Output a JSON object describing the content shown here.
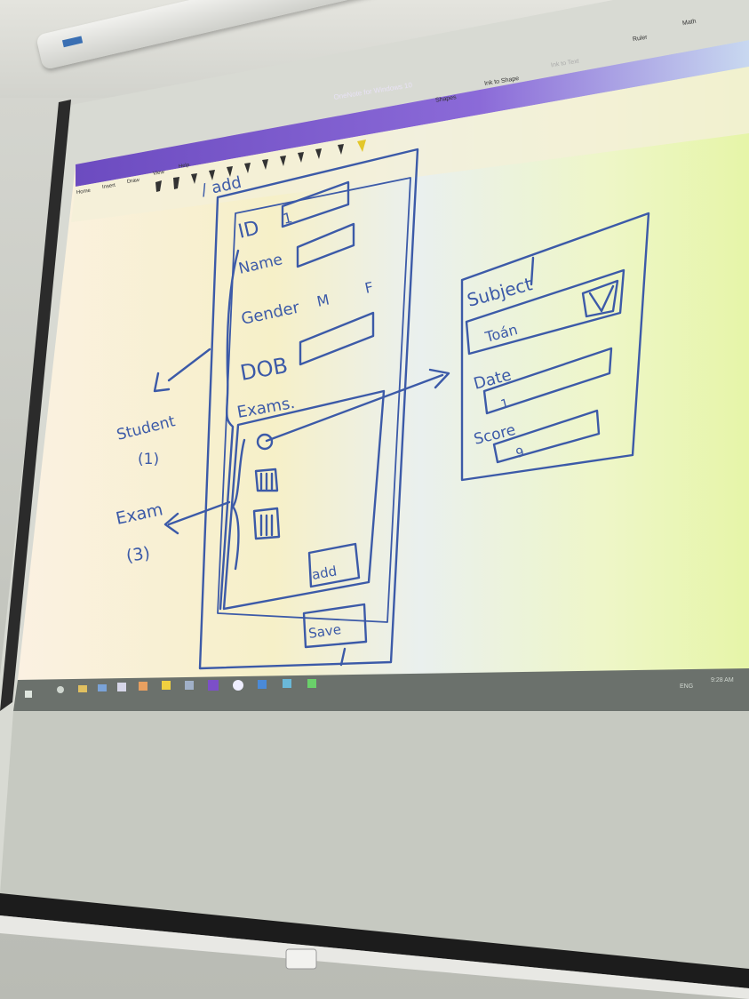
{
  "window": {
    "title": "OneNote for Windows 10"
  },
  "ribbon": {
    "tabs": [
      "Home",
      "Insert",
      "Draw",
      "View",
      "Help"
    ],
    "tools": {
      "shapes": "Shapes",
      "ink_to_shape": "Ink to Shape",
      "ink_to_text": "Ink to Text",
      "ruler": "Ruler",
      "math": "Math"
    }
  },
  "sketch": {
    "top_label": "/ add",
    "student_form": {
      "id_label": "ID",
      "id_value": "1",
      "name_label": "Name",
      "gender_label": "Gender",
      "gender_m": "M",
      "gender_f": "F",
      "dob_label": "DOB",
      "exams_label": "Exams.",
      "add_button": "add",
      "save_button": "Save"
    },
    "exam_form": {
      "subject_label": "Subject",
      "subject_value": "Toán",
      "date_label": "Date",
      "date_value": "1",
      "score_label": "Score",
      "score_value": "9"
    },
    "annotations": {
      "student": "Student",
      "student_count": "(1)",
      "exam": "Exam",
      "exam_count": "(3)"
    }
  },
  "taskbar": {
    "lang": "ENG",
    "time": "9:28 AM"
  },
  "colors": {
    "ink": "#3c5aa8",
    "title_bar": "#7a52c9"
  }
}
